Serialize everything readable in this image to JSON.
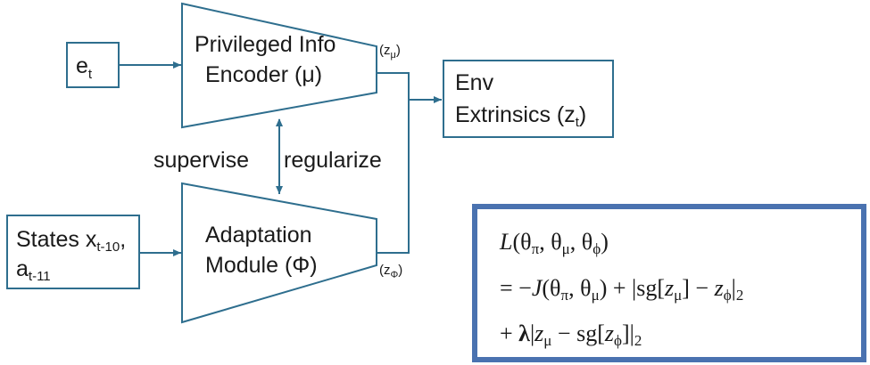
{
  "nodes": {
    "et": {
      "label": "e",
      "sub": "t"
    },
    "encoder": {
      "line1": "Privileged Info",
      "line2": "Encoder (μ)"
    },
    "env": {
      "line1": "Env",
      "line2a": "Extrinsics (z",
      "line2sub": "t",
      "line2b": ")"
    },
    "states": {
      "line1a": "States x",
      "line1sub": "t-10",
      "line1b": ",",
      "line2a": "a",
      "line2sub": "t-11"
    },
    "adaptation": {
      "line1": "Adaptation",
      "line2": "Module (Φ)"
    }
  },
  "edge_labels": {
    "z_mu": {
      "a": "(z",
      "sub": "μ",
      "b": ")"
    },
    "z_phi": {
      "a": "(z",
      "sub": "Φ",
      "b": ")"
    },
    "supervise": "supervise",
    "regularize": "regularize"
  },
  "formula": {
    "line1": {
      "L": "L",
      "open": "(θ",
      "s1": "π",
      "c1": ", θ",
      "s2": "μ",
      "c2": ", θ",
      "s3": "ϕ",
      "close": ")"
    },
    "line2": {
      "pre": "= −",
      "J": "J",
      "open": "(θ",
      "s1": "π",
      "c1": ", θ",
      "s2": "μ",
      "mid": ") + |sg[",
      "z1": "z",
      "z1s": "μ",
      "minus": "] − ",
      "z2": "z",
      "z2s": "ϕ",
      "end": "|",
      "end2": "2"
    },
    "line3": {
      "pre": "+ ",
      "lam": "λ",
      "bar": "|",
      "z1": "z",
      "z1s": "μ",
      "mid": " − sg[",
      "z2": "z",
      "z2s": "ϕ",
      "end": "]|",
      "end2": "2"
    }
  },
  "colors": {
    "box_stroke": "#2e6e8e",
    "formula_border": "#4a72b0",
    "text": "#1a1a1a"
  }
}
